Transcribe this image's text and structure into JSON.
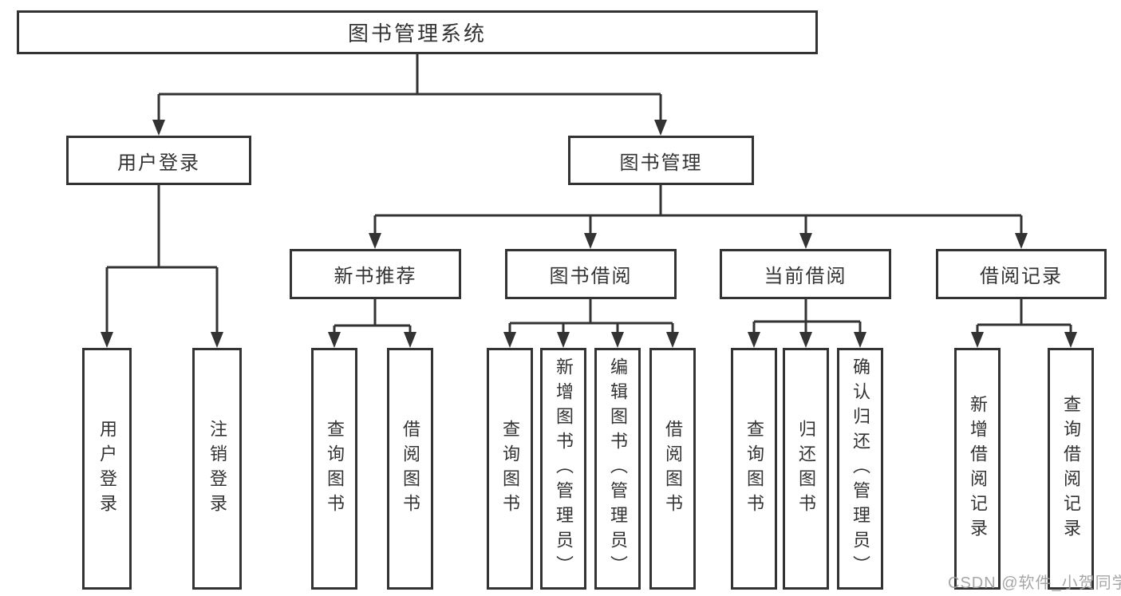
{
  "tree": {
    "root": {
      "label": "图书管理系统",
      "children": [
        {
          "label": "用户登录",
          "children": [
            {
              "label": "用户登录"
            },
            {
              "label": "注销登录"
            }
          ]
        },
        {
          "label": "图书管理",
          "children": [
            {
              "label": "新书推荐",
              "children": [
                {
                  "label": "查询图书"
                },
                {
                  "label": "借阅图书"
                }
              ]
            },
            {
              "label": "图书借阅",
              "children": [
                {
                  "label": "查询图书"
                },
                {
                  "label": "新增图书（管理员）"
                },
                {
                  "label": "编辑图书（管理员）"
                },
                {
                  "label": "借阅图书"
                }
              ]
            },
            {
              "label": "当前借阅",
              "children": [
                {
                  "label": "查询图书"
                },
                {
                  "label": "归还图书"
                },
                {
                  "label": "确认归还（管理员）"
                }
              ]
            },
            {
              "label": "借阅记录",
              "children": [
                {
                  "label": "新增借阅记录"
                },
                {
                  "label": "查询借阅记录"
                }
              ]
            }
          ]
        }
      ]
    }
  },
  "watermark": "CSDN @软件_小贺同学",
  "colors": {
    "line": "#333333",
    "text": "#333333",
    "box_fill": "#ffffff",
    "watermark": "#a0a0a0",
    "background": "#ffffff"
  }
}
